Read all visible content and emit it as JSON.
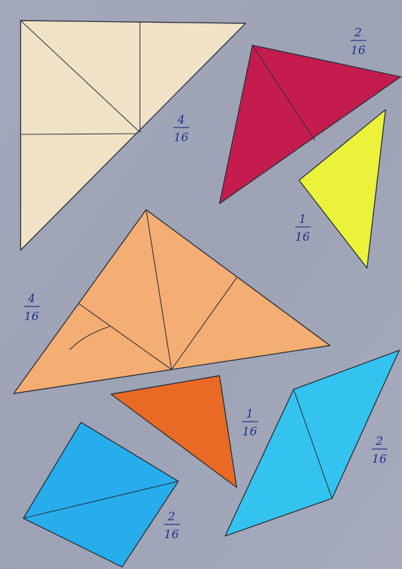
{
  "colors": {
    "paper": "#9fa5b7",
    "cream": "#f0e2c6",
    "crimson": "#c41c4e",
    "yellow": "#eaf23a",
    "light_orange": "#f4ad72",
    "dark_orange": "#e86a24",
    "blue_parallelogram": "#34c3ef",
    "blue_square": "#27adec",
    "ink": "#23308f"
  },
  "pieces": [
    {
      "name": "cream-large-triangle",
      "color_key": "cream",
      "fraction": {
        "numerator": "4",
        "denominator": "16"
      }
    },
    {
      "name": "crimson-triangle",
      "color_key": "crimson",
      "fraction": {
        "numerator": "2",
        "denominator": "16"
      }
    },
    {
      "name": "yellow-triangle",
      "color_key": "yellow",
      "fraction": {
        "numerator": "1",
        "denominator": "16"
      }
    },
    {
      "name": "light-orange-large-triangle",
      "color_key": "light_orange",
      "fraction": {
        "numerator": "4",
        "denominator": "16"
      }
    },
    {
      "name": "dark-orange-triangle",
      "color_key": "dark_orange",
      "fraction": {
        "numerator": "1",
        "denominator": "16"
      }
    },
    {
      "name": "blue-parallelogram",
      "color_key": "blue_parallelogram",
      "fraction": {
        "numerator": "2",
        "denominator": "16"
      }
    },
    {
      "name": "blue-square",
      "color_key": "blue_square",
      "fraction": {
        "numerator": "2",
        "denominator": "16"
      }
    }
  ]
}
